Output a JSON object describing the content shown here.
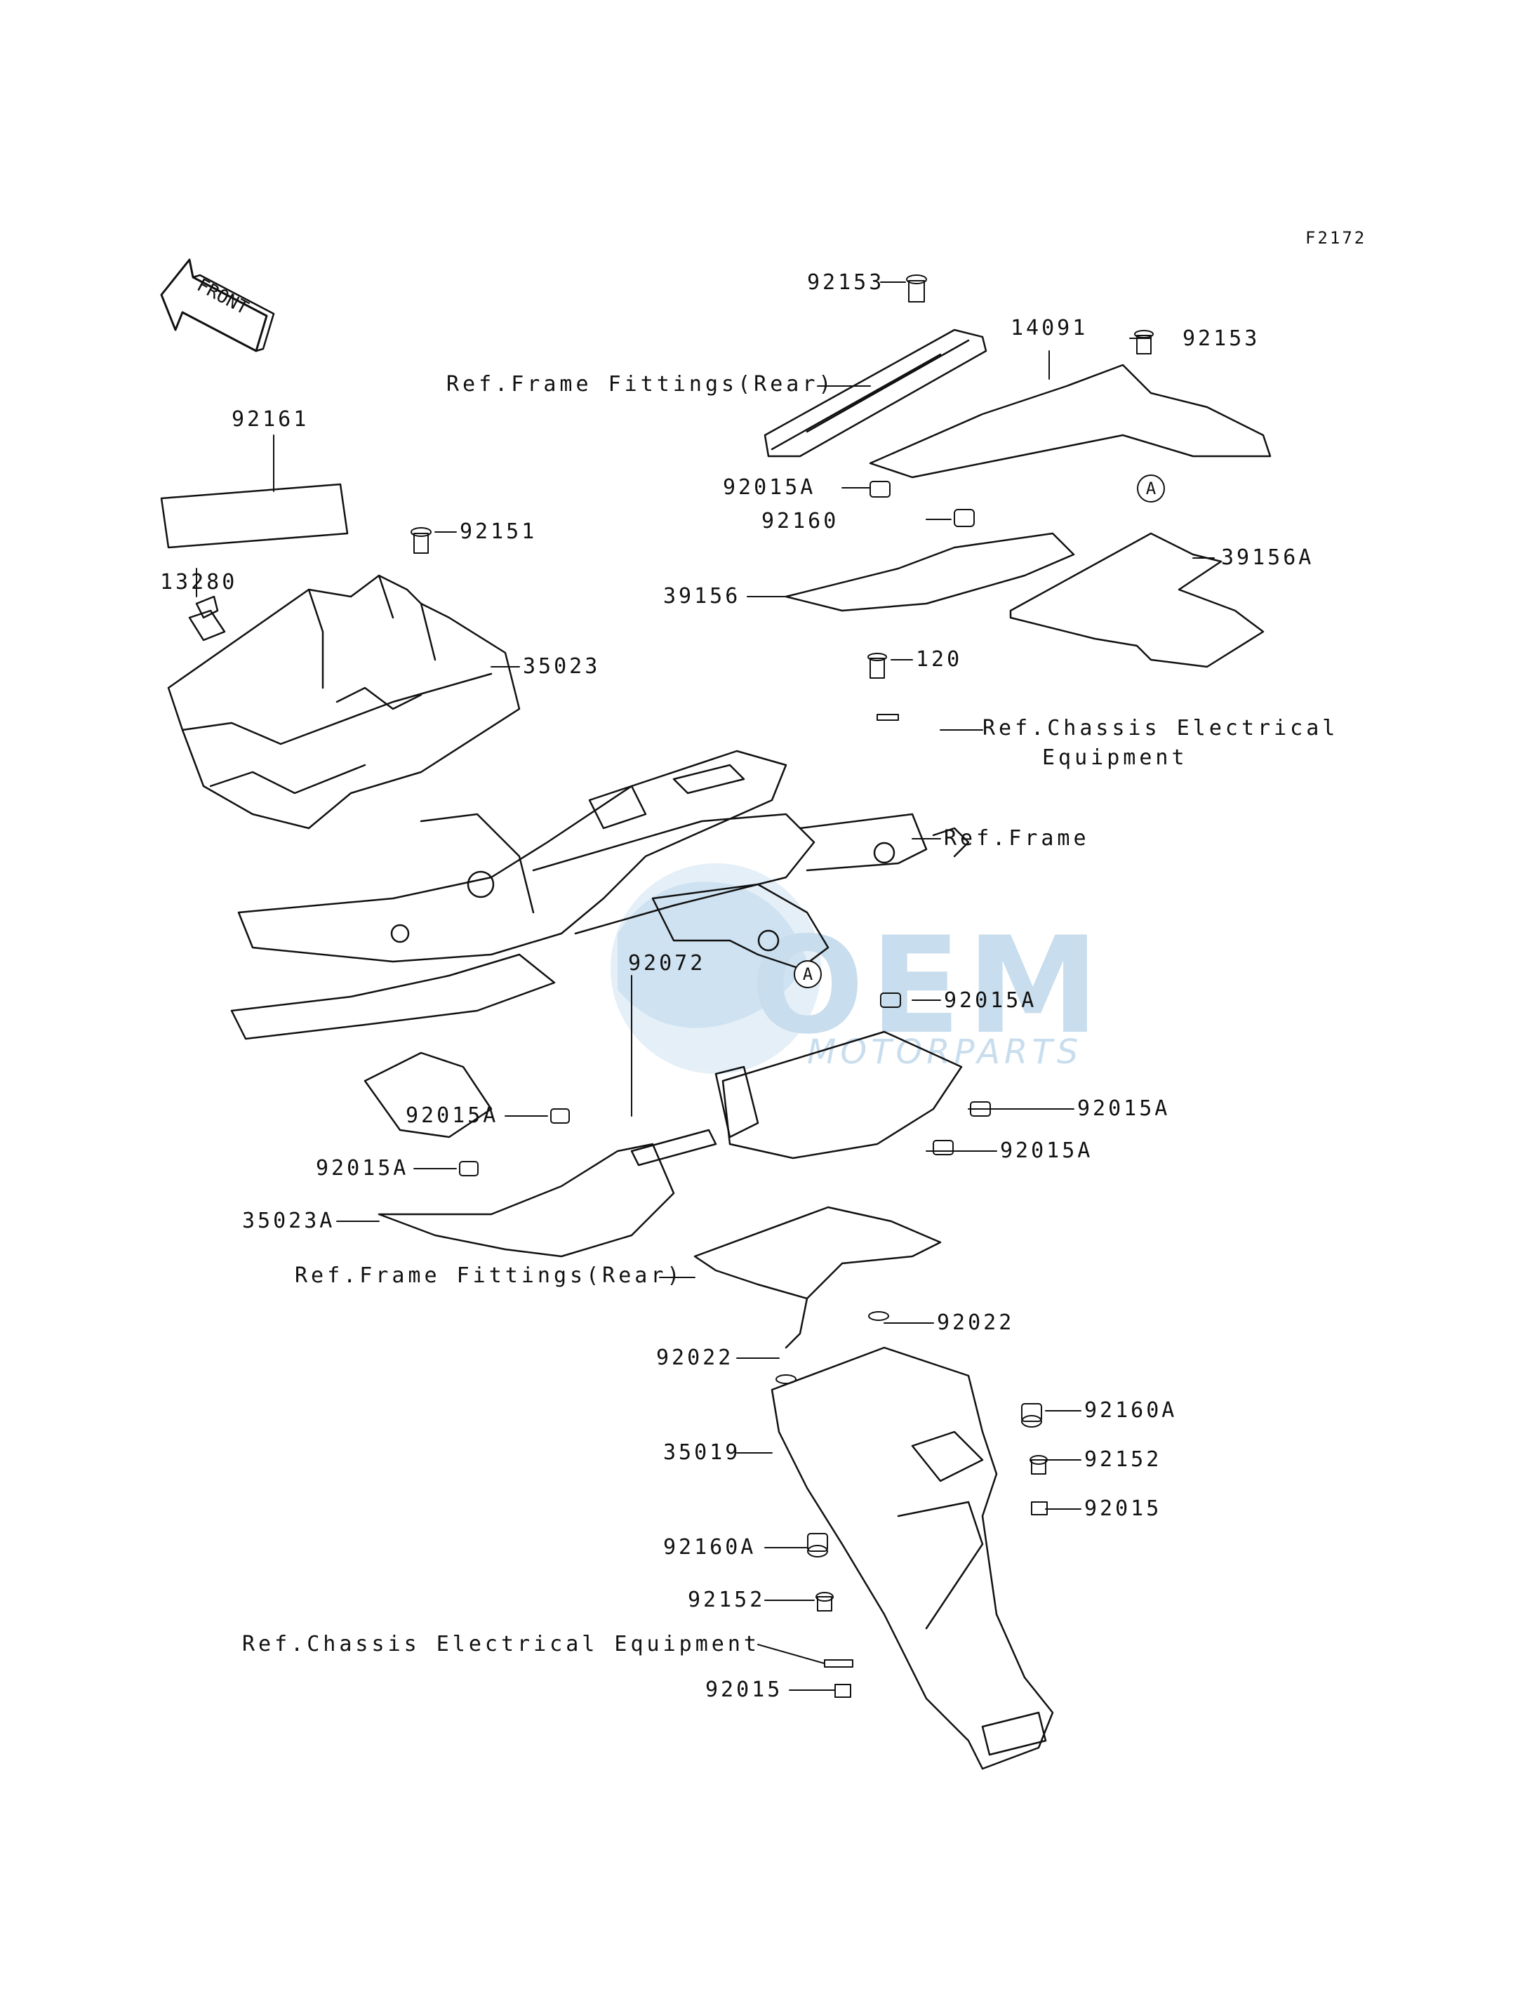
{
  "diagram": {
    "figure_code": "F2172",
    "front_label": "FRONT",
    "callout_letter": "A",
    "watermark": {
      "brand": "OEM",
      "sub": "MOTORPARTS",
      "color": "#7fb3d5"
    },
    "parts": [
      {
        "id": "p92153a",
        "label": "92153"
      },
      {
        "id": "p14091",
        "label": "14091"
      },
      {
        "id": "p92153b",
        "label": "92153"
      },
      {
        "id": "pRefFFR1",
        "label": "Ref.Frame Fittings(Rear)"
      },
      {
        "id": "p92161",
        "label": "92161"
      },
      {
        "id": "p92015A_top",
        "label": "92015A"
      },
      {
        "id": "p92160",
        "label": "92160"
      },
      {
        "id": "p13280",
        "label": "13280"
      },
      {
        "id": "p92151",
        "label": "92151"
      },
      {
        "id": "p39156A",
        "label": "39156A"
      },
      {
        "id": "p39156",
        "label": "39156"
      },
      {
        "id": "p35023",
        "label": "35023"
      },
      {
        "id": "p120",
        "label": "120"
      },
      {
        "id": "pRefCEE1a",
        "label": "Ref.Chassis Electrical"
      },
      {
        "id": "pRefCEE1b",
        "label": "Equipment"
      },
      {
        "id": "pRefFrame",
        "label": "Ref.Frame"
      },
      {
        "id": "p92072",
        "label": "92072"
      },
      {
        "id": "p92015A_m1",
        "label": "92015A"
      },
      {
        "id": "p92015A_m2",
        "label": "92015A"
      },
      {
        "id": "p92015A_m3",
        "label": "92015A"
      },
      {
        "id": "p92015A_l1",
        "label": "92015A"
      },
      {
        "id": "p92015A_l2",
        "label": "92015A"
      },
      {
        "id": "p35023A",
        "label": "35023A"
      },
      {
        "id": "pRefFFR2",
        "label": "Ref.Frame Fittings(Rear)"
      },
      {
        "id": "p92022a",
        "label": "92022"
      },
      {
        "id": "p92022b",
        "label": "92022"
      },
      {
        "id": "p92160A_r",
        "label": "92160A"
      },
      {
        "id": "p35019",
        "label": "35019"
      },
      {
        "id": "p92152_r",
        "label": "92152"
      },
      {
        "id": "p92015_r",
        "label": "92015"
      },
      {
        "id": "p92160A_l",
        "label": "92160A"
      },
      {
        "id": "p92152_l",
        "label": "92152"
      },
      {
        "id": "pRefCEE2",
        "label": "Ref.Chassis Electrical Equipment"
      },
      {
        "id": "p92015_l",
        "label": "92015"
      }
    ]
  }
}
